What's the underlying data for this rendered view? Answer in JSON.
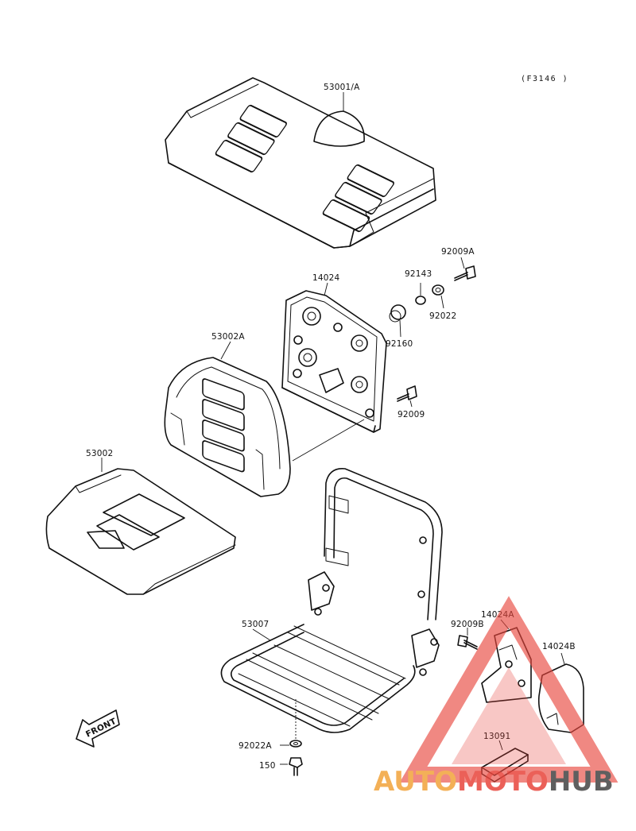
{
  "reference_code": "(F3146 )",
  "colors": {
    "ink": "#111111",
    "watermark_red": "#e8453c",
    "watermark_orange": "#f2a33a",
    "watermark_gray": "#444444"
  },
  "parts": [
    {
      "id": "p53001A",
      "label": "53001/A"
    },
    {
      "id": "p14024",
      "label": "14024"
    },
    {
      "id": "p92143",
      "label": "92143"
    },
    {
      "id": "p92009A",
      "label": "92009A"
    },
    {
      "id": "p92022",
      "label": "92022"
    },
    {
      "id": "p92160",
      "label": "92160"
    },
    {
      "id": "p53002A",
      "label": "53002A"
    },
    {
      "id": "p92009",
      "label": "92009"
    },
    {
      "id": "p53002",
      "label": "53002"
    },
    {
      "id": "p53007",
      "label": "53007"
    },
    {
      "id": "p92009B",
      "label": "92009B"
    },
    {
      "id": "p14024A",
      "label": "14024A"
    },
    {
      "id": "p14024B",
      "label": "14024B"
    },
    {
      "id": "p13091",
      "label": "13091"
    },
    {
      "id": "p92022A",
      "label": "92022A"
    },
    {
      "id": "p150",
      "label": "150"
    }
  ],
  "front_arrow_label": "FRONT",
  "watermark": {
    "part1": "AUTO",
    "part2": "MOTO",
    "part3": "HUB"
  }
}
